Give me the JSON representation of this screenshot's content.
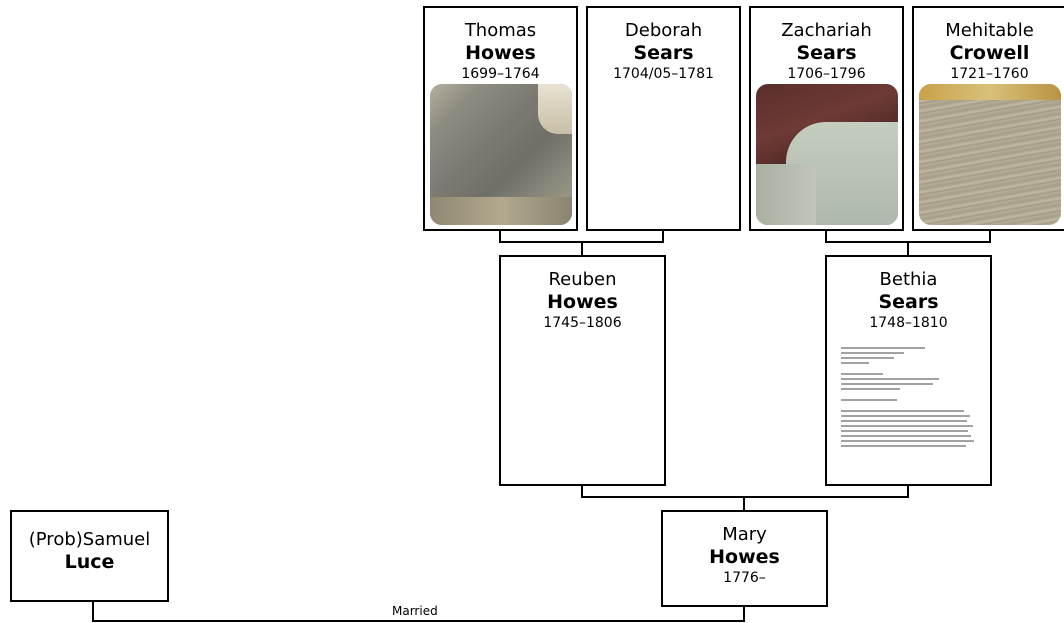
{
  "people": {
    "thomas": {
      "given": "Thomas",
      "surname": "Howes",
      "dates": "1699–1764",
      "photo": "gravestone-photo"
    },
    "deborah": {
      "given": "Deborah",
      "surname": "Sears",
      "dates": "1704/05–1781"
    },
    "zachariah": {
      "given": "Zachariah",
      "surname": "Sears",
      "dates": "1706–1796",
      "photo": "gravestone-photo"
    },
    "mehitable": {
      "given": "Mehitable",
      "surname": "Crowell",
      "dates": "1721–1760",
      "photo": "gravestone-photo"
    },
    "reuben": {
      "given": "Reuben",
      "surname": "Howes",
      "dates": "1745–1806"
    },
    "bethia": {
      "given": "Bethia",
      "surname": "Sears",
      "dates": "1748–1810",
      "photo": "document-image"
    },
    "samuel": {
      "given": "(Prob)Samuel",
      "surname": "Luce"
    },
    "mary": {
      "given": "Mary",
      "surname": "Howes",
      "dates": "1776–"
    }
  },
  "relationships": {
    "samuel_mary": "Married"
  },
  "colors": {
    "line": "#000000",
    "card_border": "#000000",
    "background": "#ffffff"
  }
}
